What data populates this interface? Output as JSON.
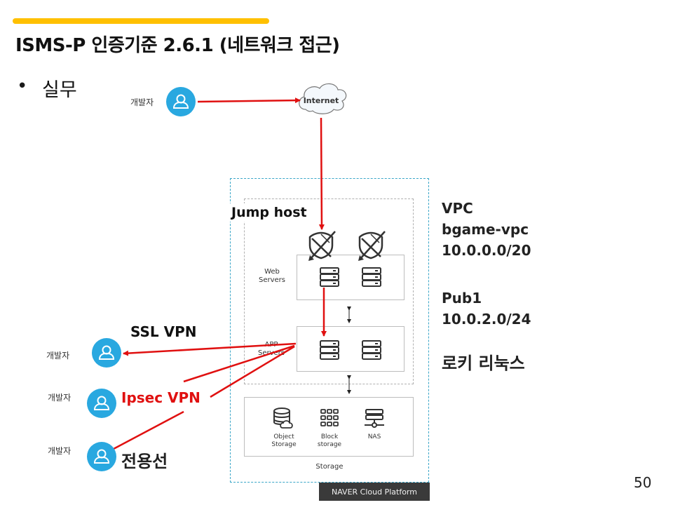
{
  "slide": {
    "title": "ISMS-P 인증기준 2.6.1 (네트워크 접근)",
    "bullet_marker": "•",
    "bullet_text": "실무",
    "page_number": "50",
    "accent_color": "#ffc000"
  },
  "diagram": {
    "internet_label": "Internet",
    "jump_host_label": "Jump host",
    "web_servers_label": "Web\nServers",
    "app_servers_label": "APP\nServers",
    "storage_label": "Storage",
    "storage_items": [
      {
        "label": "Object\nStorage",
        "icon": "object-storage-icon"
      },
      {
        "label": "Block\nstorage",
        "icon": "block-storage-icon"
      },
      {
        "label": "NAS",
        "icon": "nas-icon"
      }
    ],
    "platform_badge": "NAVER Cloud Platform",
    "line_color": "#e01010",
    "avatar_color": "#29a8e0",
    "developers": [
      {
        "label": "개발자",
        "connection": "Internet"
      },
      {
        "label": "개발자",
        "connection": "SSL VPN"
      },
      {
        "label": "개발자",
        "connection": "Ipsec VPN"
      },
      {
        "label": "개발자",
        "connection": "전용선"
      }
    ],
    "connection_labels": {
      "ssl_vpn": "SSL VPN",
      "ipsec_vpn": "Ipsec VPN",
      "dedicated_line": "전용선"
    }
  },
  "info": {
    "vpc_title": "VPC",
    "vpc_name": "bgame-vpc",
    "vpc_cidr": "10.0.0.0/20",
    "subnet_name": "Pub1",
    "subnet_cidr": "10.0.2.0/24",
    "os_name": "로키 리눅스"
  }
}
